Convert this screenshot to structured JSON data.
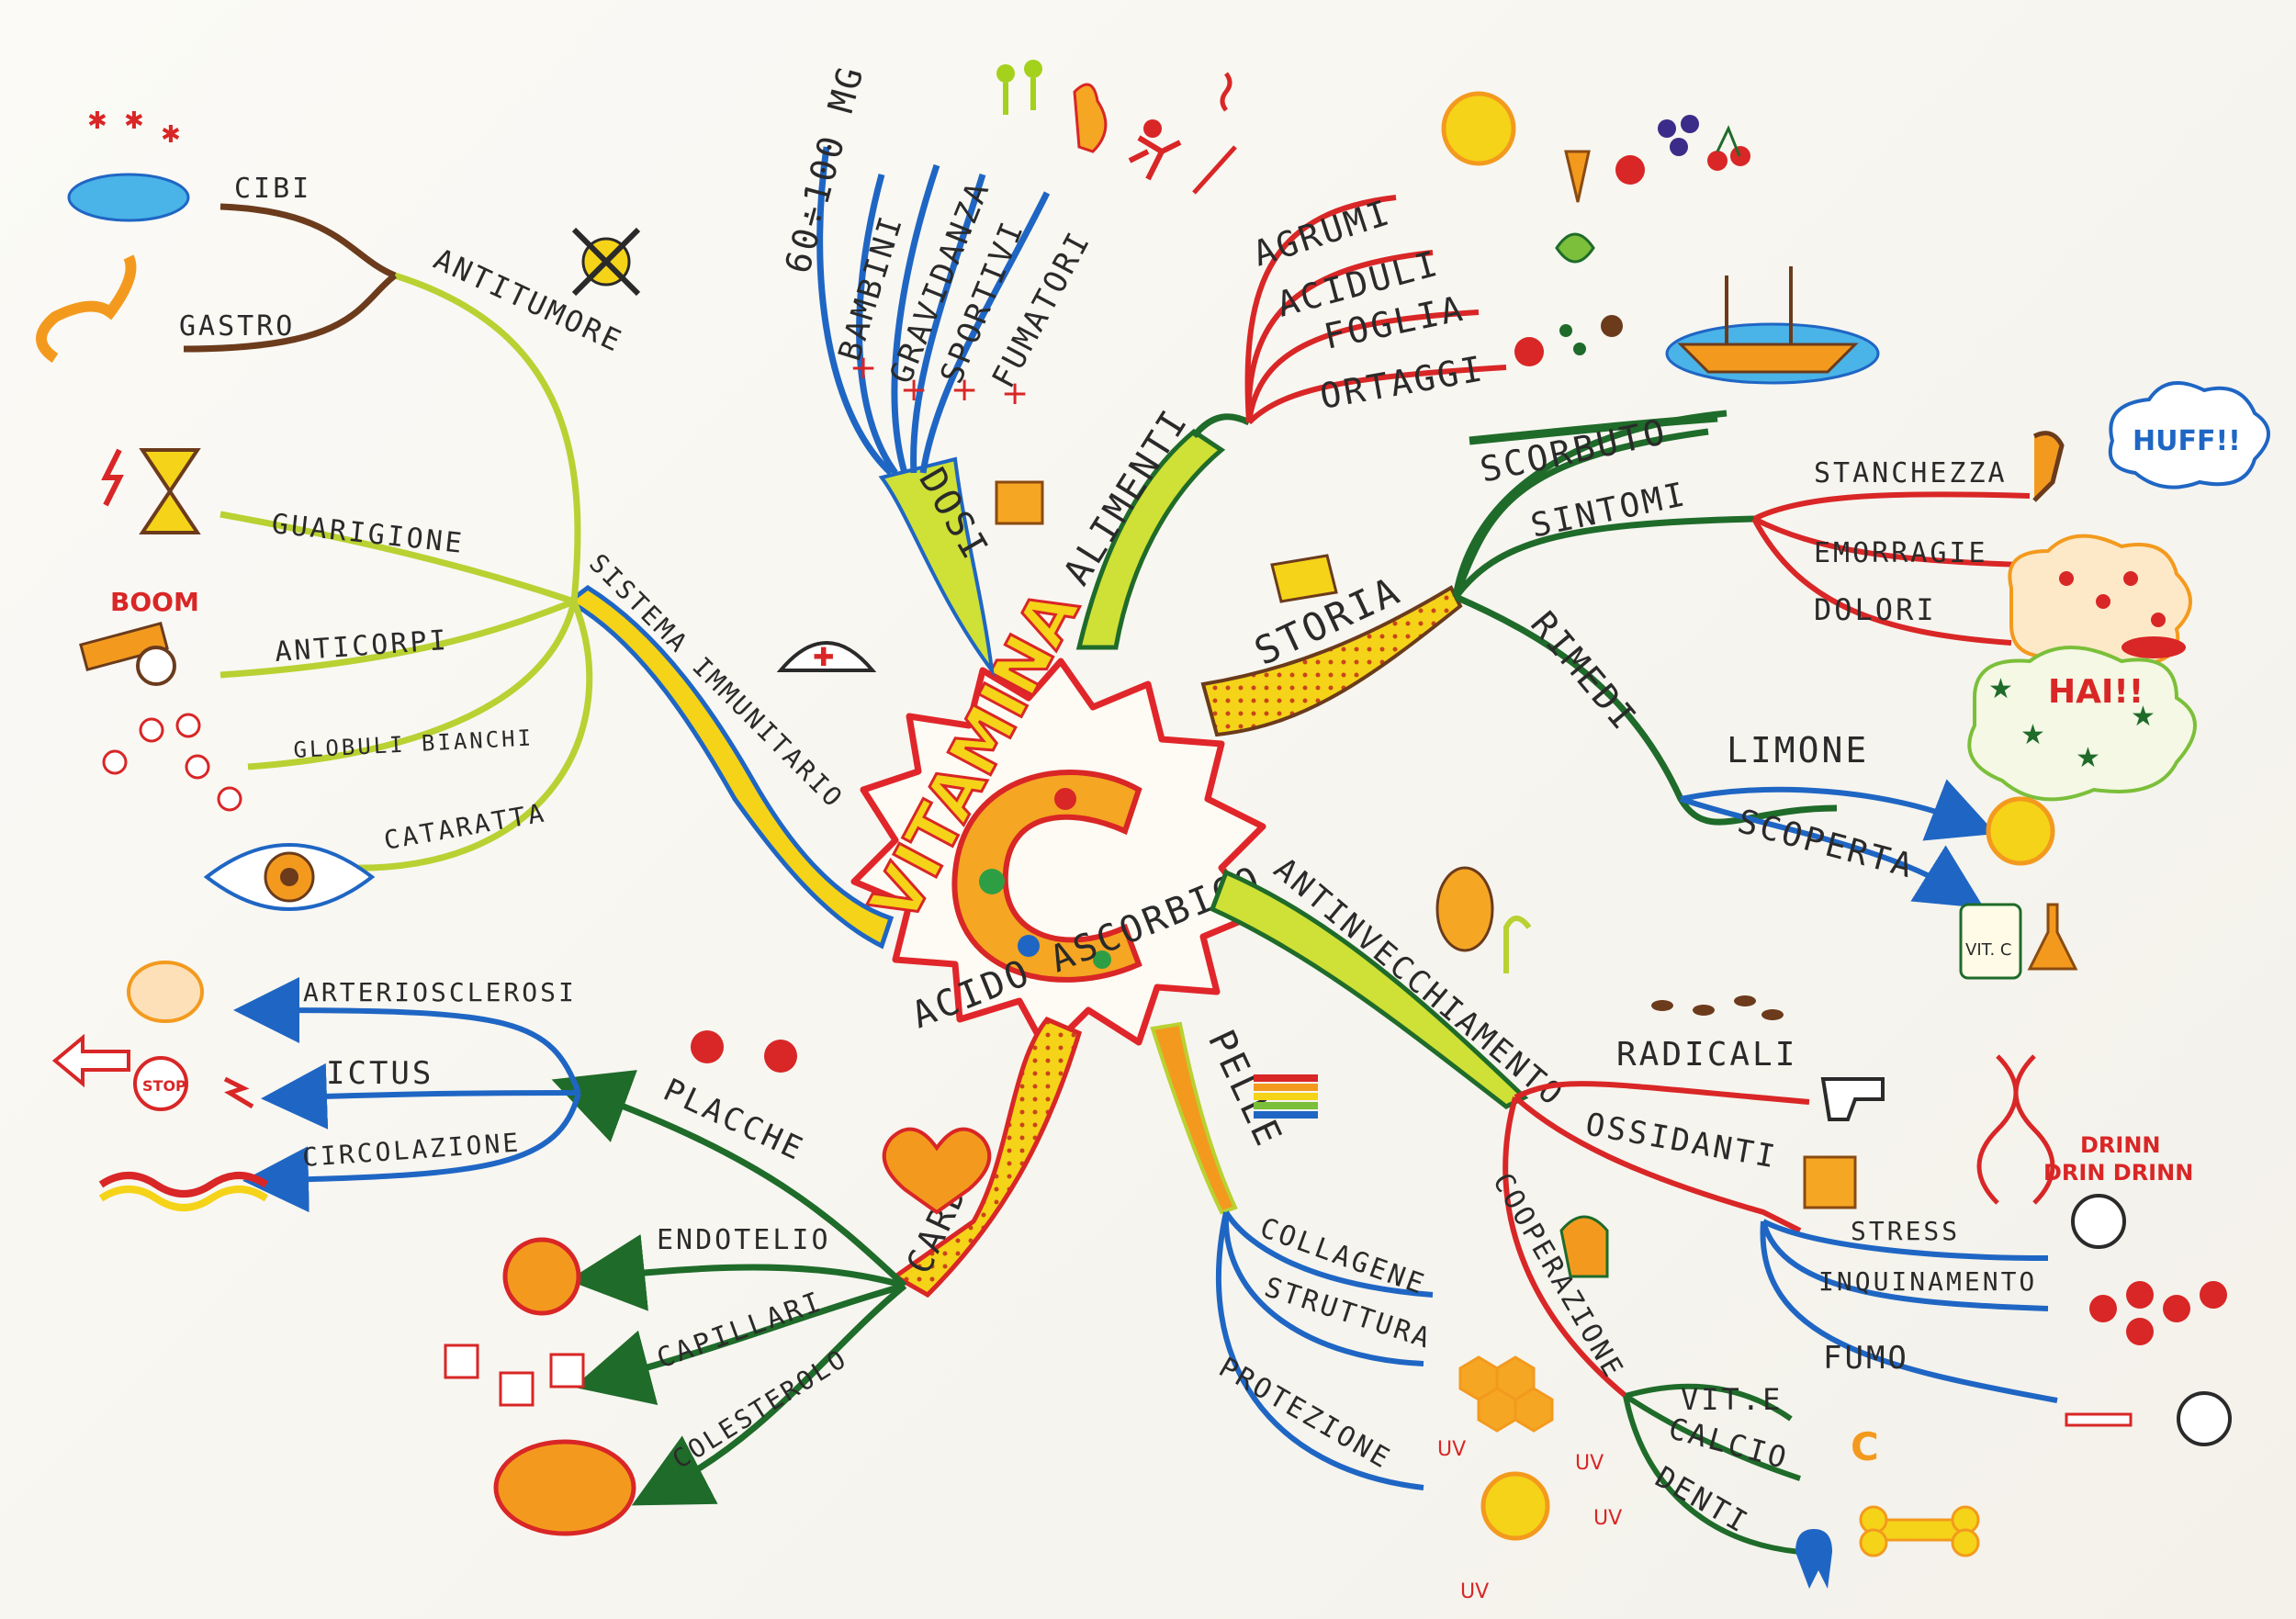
{
  "center": {
    "title": "VITAMINA",
    "letter": "C",
    "subtitle": "ACIDO ASCORBICO"
  },
  "branches": {
    "dosi": {
      "label": "DOSI",
      "amount": "60÷100 MG",
      "items": [
        "BAMBINI",
        "GRAVIDANZA",
        "SPORTIVI",
        "FUMATORI"
      ],
      "plus": "+"
    },
    "alimenti": {
      "label": "ALIMENTI",
      "items": [
        "AGRUMI",
        "ACIDULI",
        "FOGLIA",
        "ORTAGGI"
      ]
    },
    "storia": {
      "label": "STORIA",
      "scorbuto": "SCORBUTO",
      "sintomi": "SINTOMI",
      "sintomi_items": [
        "STANCHEZZA",
        "EMORRAGIE",
        "DOLORI"
      ],
      "rimedi": "RIMEDI",
      "rimedi_items": [
        "LIMONE",
        "SCOPERTA"
      ],
      "huff": "HUFF!!",
      "hai": "HAI!!",
      "jar_label": "VIT. C"
    },
    "antinvecchiamento": {
      "label": "ANTINVECCHIAMENTO",
      "radicali": "RADICALI",
      "ossidanti": "OSSIDANTI",
      "ossidanti_items": [
        "STRESS",
        "INQUINAMENTO",
        "FUMO"
      ],
      "cooperazione": "COOPERAZIONE",
      "cooperazione_items": [
        "VIT.E",
        "CALCIO",
        "DENTI"
      ],
      "alarm_words": [
        "DRINN",
        "DRIN DRINN"
      ]
    },
    "pelle": {
      "label": "PELLE",
      "items": [
        "COLLAGENE",
        "STRUTTURA",
        "PROTEZIONE"
      ],
      "uv": "UV"
    },
    "cardio": {
      "label": "CARDIO",
      "placche": "PLACCHE",
      "placche_items": [
        "ARTERIOSCLEROSI",
        "ICTUS",
        "CIRCOLAZIONE"
      ],
      "items": [
        "ENDOTELIO",
        "CAPILLARI",
        "COLESTEROLO"
      ],
      "stop": "STOP"
    },
    "sistema": {
      "label": "SISTEMA IMMUNITARIO",
      "antitumore": "ANTITUMORE",
      "antitumore_items": [
        "CIBI",
        "GASTRO"
      ],
      "items": [
        "GUARIGIONE",
        "ANTICORPI",
        "GLOBULI BIANCHI",
        "CATARATTA"
      ],
      "boom": "BOOM"
    }
  },
  "colors": {
    "brown": "#6b3b1c",
    "green": "#1f6b2a",
    "red": "#d92626",
    "blue": "#1f66c4",
    "yellow_green": "#b9d132",
    "orange": "#f39a1e",
    "yellow": "#f5d318"
  }
}
